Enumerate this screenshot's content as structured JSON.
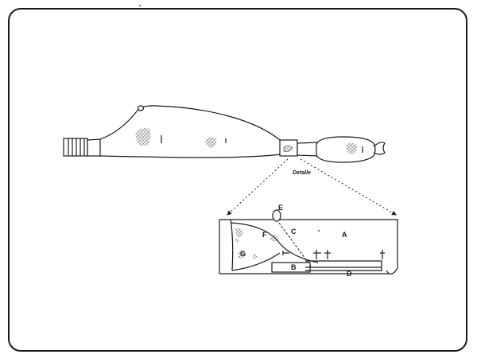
{
  "diagram": {
    "detail_caption": "Detalle",
    "labels": {
      "A": "A",
      "B": "B",
      "C": "C",
      "D": "D",
      "E": "E",
      "F": "F",
      "G": "G"
    }
  },
  "colors": {
    "ink": "#1a1a1a",
    "background": "#ffffff"
  }
}
